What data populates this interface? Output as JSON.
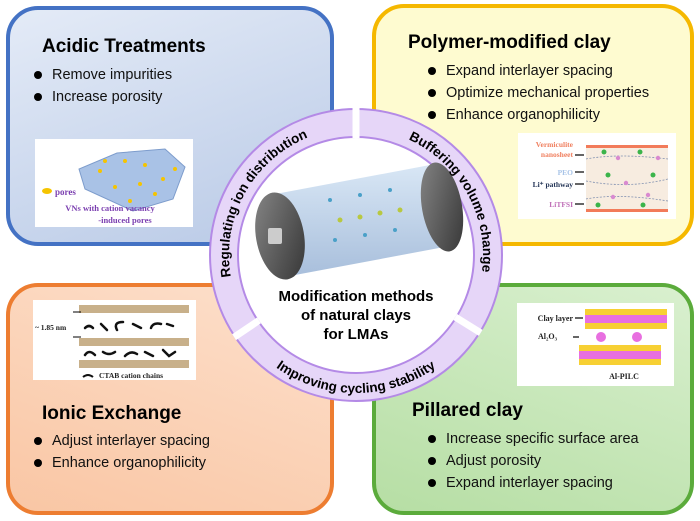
{
  "panels": {
    "acidic": {
      "title": "Acidic Treatments",
      "items": [
        "Remove impurities",
        "Increase porosity"
      ],
      "inset": {
        "legend": "pores",
        "caption_line1": "VNs with cation vacancy",
        "caption_line2": "-induced pores"
      },
      "color": "#4472c4"
    },
    "polymer": {
      "title": "Polymer-modified clay",
      "items": [
        "Expand interlayer spacing",
        "Optimize mechanical properties",
        "Enhance organophilicity"
      ],
      "inset": {
        "label1_line1": "Vermiculite",
        "label1_line2": "nanosheet",
        "label2": "PEO",
        "label3": "Li⁺ pathway",
        "label4": "LiTFSI"
      },
      "color": "#f5b800"
    },
    "ionic": {
      "title": "Ionic Exchange",
      "items": [
        "Adjust interlayer spacing",
        "Enhance organophilicity"
      ],
      "inset": {
        "spacing": "~ 1.85 nm",
        "legend": "CTAB cation chains"
      },
      "color": "#ed7d31"
    },
    "pillared": {
      "title": "Pillared clay",
      "items": [
        "Increase specific surface area",
        "Adjust porosity",
        "Expand interlayer spacing"
      ],
      "inset": {
        "label1": "Clay layer",
        "label2": "Al₂O₃",
        "caption": "Al-PILC"
      },
      "color": "#5bab3b"
    }
  },
  "ring": {
    "segments": [
      "Regulating ion distribution",
      "Buffering volume change",
      "Improving cycling stability"
    ],
    "center_line1": "Modification methods",
    "center_line2": "of natural clays",
    "center_line3": "for LMAs",
    "color": "#e3d3f7"
  }
}
